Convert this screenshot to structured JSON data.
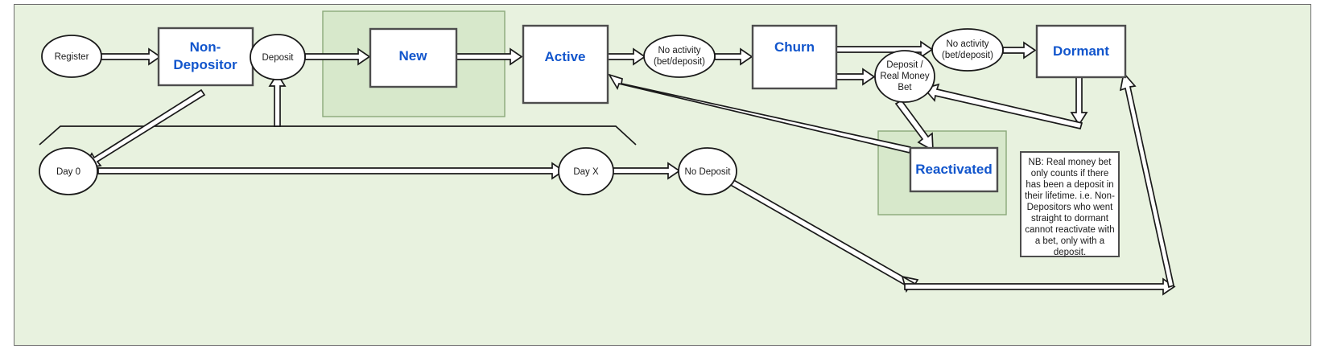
{
  "canvas": {
    "background_color": "#e8f2df",
    "border_color": "#6f6f6f",
    "page_background": "#ffffff"
  },
  "style": {
    "box_label_color": "#1155cc",
    "group_fill": "#d7e8cb",
    "group_stroke": "#8ba97a",
    "shape_fill": "#ffffff",
    "shape_stroke": "#4d4d4d"
  },
  "nodes": {
    "register": {
      "label": "Register",
      "type": "ellipse"
    },
    "non_depositor": {
      "label_line1": "Non-",
      "label_line2": "Depositor",
      "type": "box"
    },
    "deposit": {
      "label": "Deposit",
      "type": "ellipse"
    },
    "new": {
      "label": "New",
      "type": "box"
    },
    "active": {
      "label": "Active",
      "type": "box"
    },
    "no_activity_1": {
      "label_line1": "No activity",
      "label_line2": "(bet/deposit)",
      "type": "ellipse"
    },
    "churn": {
      "label": "Churn",
      "type": "box"
    },
    "deposit_real_money_bet": {
      "label_line1": "Deposit /",
      "label_line2": "Real Money",
      "label_line3": "Bet",
      "type": "ellipse"
    },
    "no_activity_2": {
      "label_line1": "No activity",
      "label_line2": "(bet/deposit)",
      "type": "ellipse"
    },
    "dormant": {
      "label": "Dormant",
      "type": "box"
    },
    "reactivated": {
      "label": "Reactivated",
      "type": "box"
    },
    "day_0": {
      "label": "Day 0",
      "type": "ellipse"
    },
    "day_x": {
      "label": "Day X",
      "type": "ellipse"
    },
    "no_deposit": {
      "label": "No Deposit",
      "type": "ellipse"
    }
  },
  "note": {
    "lines": [
      "NB: Real money bet",
      "only counts if there",
      "has been a deposit in",
      "their lifetime. i.e. Non-",
      "Depositors who went",
      "straight to dormant",
      "cannot reactivate with",
      "a bet, only with a",
      "deposit."
    ]
  }
}
